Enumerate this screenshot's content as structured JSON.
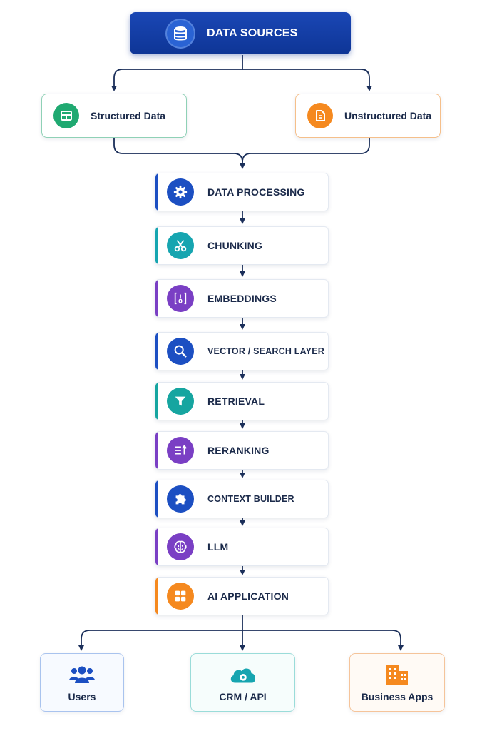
{
  "header": {
    "label": "DATA SOURCES",
    "icon": "database-icon"
  },
  "sources": [
    {
      "label": "Structured Data",
      "icon": "table-icon",
      "color": "#1fa971"
    },
    {
      "label": "Unstructured Data",
      "icon": "document-icon",
      "color": "#f5891f"
    }
  ],
  "stages": [
    {
      "label": "DATA PROCESSING",
      "icon": "gear-icon",
      "color": "#1c4fc2"
    },
    {
      "label": "CHUNKING",
      "icon": "scissors-icon",
      "color": "#16a5b0"
    },
    {
      "label": "EMBEDDINGS",
      "icon": "vector-icon",
      "color": "#7a3fc4"
    },
    {
      "label": "VECTOR / SEARCH LAYER",
      "icon": "search-icon",
      "color": "#1c4fc2"
    },
    {
      "label": "RETRIEVAL",
      "icon": "filter-icon",
      "color": "#16a5a0"
    },
    {
      "label": "RERANKING",
      "icon": "sort-icon",
      "color": "#7a3fc4"
    },
    {
      "label": "CONTEXT BUILDER",
      "icon": "puzzle-icon",
      "color": "#1c4fc2"
    },
    {
      "label": "LLM",
      "icon": "brain-icon",
      "color": "#7a3fc4"
    },
    {
      "label": "AI APPLICATION",
      "icon": "grid-icon",
      "color": "#f5891f"
    }
  ],
  "outputs": [
    {
      "label": "Users",
      "icon": "users-icon",
      "color": "#1c4fc2"
    },
    {
      "label": "CRM / API",
      "icon": "cloud-gear-icon",
      "color": "#16a5b0"
    },
    {
      "label": "Business Apps",
      "icon": "building-icon",
      "color": "#f5891f"
    }
  ],
  "colors": {
    "connector": "#1b2f5a"
  }
}
